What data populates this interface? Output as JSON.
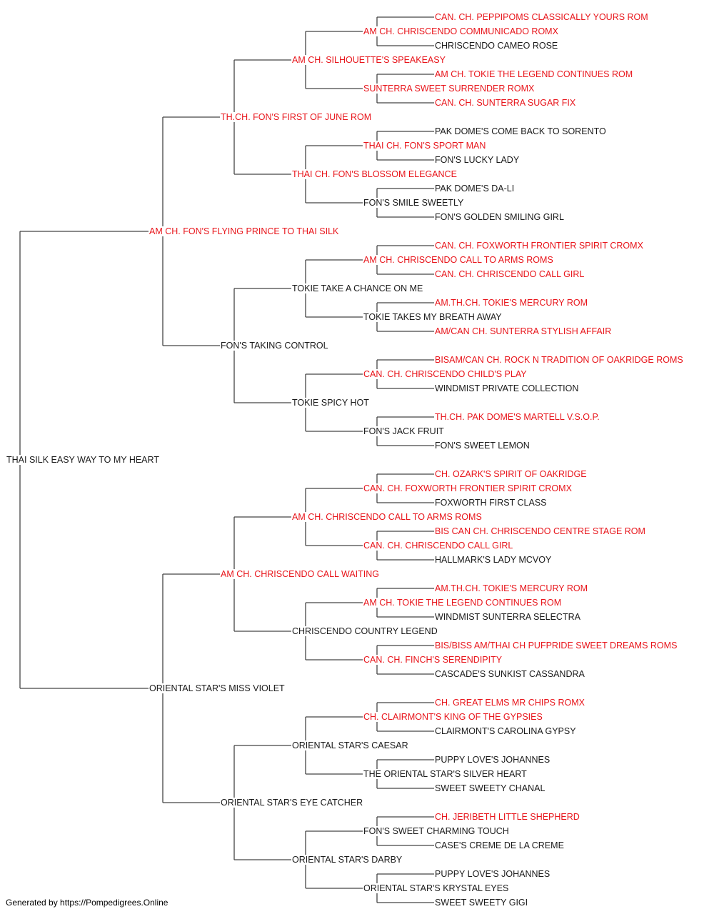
{
  "colors": {
    "champion": "#e8141a",
    "regular": "#1a1a1a",
    "line": "#444444"
  },
  "footer": "Generated by https://Pompedigrees.Online",
  "pedigree": [
    {
      "name": "THAI SILK EASY WAY TO MY HEART",
      "champion": false,
      "parent": null
    },
    {
      "name": "AM CH. FON'S FLYING PRINCE TO THAI SILK",
      "champion": true,
      "parent": 0
    },
    {
      "name": "ORIENTAL STAR'S MISS VIOLET",
      "champion": false,
      "parent": 0
    },
    {
      "name": "TH.CH. FON'S FIRST OF JUNE ROM",
      "champion": true,
      "parent": 1
    },
    {
      "name": "FON'S TAKING CONTROL",
      "champion": false,
      "parent": 1
    },
    {
      "name": "AM CH. CHRISCENDO CALL WAITING",
      "champion": true,
      "parent": 2
    },
    {
      "name": "ORIENTAL STAR'S EYE CATCHER",
      "champion": false,
      "parent": 2
    },
    {
      "name": "AM CH. SILHOUETTE'S SPEAKEASY",
      "champion": true,
      "parent": 3
    },
    {
      "name": "THAI CH. FON'S BLOSSOM ELEGANCE",
      "champion": true,
      "parent": 3
    },
    {
      "name": "TOKIE TAKE A CHANCE ON ME",
      "champion": false,
      "parent": 4
    },
    {
      "name": "TOKIE SPICY HOT",
      "champion": false,
      "parent": 4
    },
    {
      "name": "AM CH. CHRISCENDO CALL TO ARMS ROMS",
      "champion": true,
      "parent": 5
    },
    {
      "name": "CHRISCENDO COUNTRY LEGEND",
      "champion": false,
      "parent": 5
    },
    {
      "name": "ORIENTAL STAR'S CAESAR",
      "champion": false,
      "parent": 6
    },
    {
      "name": "ORIENTAL STAR'S DARBY",
      "champion": false,
      "parent": 6
    },
    {
      "name": "AM CH. CHRISCENDO COMMUNICADO ROMX",
      "champion": true,
      "parent": 7
    },
    {
      "name": "SUNTERRA SWEET SURRENDER ROMX",
      "champion": true,
      "parent": 7
    },
    {
      "name": "THAI CH. FON'S SPORT MAN",
      "champion": true,
      "parent": 8
    },
    {
      "name": "FON'S SMILE SWEETLY",
      "champion": false,
      "parent": 8
    },
    {
      "name": "AM CH. CHRISCENDO CALL TO ARMS ROMS",
      "champion": true,
      "parent": 9
    },
    {
      "name": "TOKIE TAKES MY BREATH AWAY",
      "champion": false,
      "parent": 9
    },
    {
      "name": "CAN. CH. CHRISCENDO CHILD'S PLAY",
      "champion": true,
      "parent": 10
    },
    {
      "name": "FON'S JACK FRUIT",
      "champion": false,
      "parent": 10
    },
    {
      "name": "CAN. CH. FOXWORTH FRONTIER SPIRIT CROMX",
      "champion": true,
      "parent": 11
    },
    {
      "name": "CAN. CH. CHRISCENDO CALL GIRL",
      "champion": true,
      "parent": 11
    },
    {
      "name": "AM CH. TOKIE THE LEGEND CONTINUES ROM",
      "champion": true,
      "parent": 12
    },
    {
      "name": "CAN. CH. FINCH'S SERENDIPITY",
      "champion": true,
      "parent": 12
    },
    {
      "name": "CH. CLAIRMONT'S KING OF THE GYPSIES",
      "champion": true,
      "parent": 13
    },
    {
      "name": "THE ORIENTAL STAR'S SILVER HEART",
      "champion": false,
      "parent": 13
    },
    {
      "name": "FON'S SWEET CHARMING TOUCH",
      "champion": false,
      "parent": 14
    },
    {
      "name": "ORIENTAL STAR'S KRYSTAL EYES",
      "champion": false,
      "parent": 14
    },
    {
      "name": "CAN. CH. PEPPIPOMS CLASSICALLY YOURS ROM",
      "champion": true,
      "parent": 15
    },
    {
      "name": "CHRISCENDO CAMEO ROSE",
      "champion": false,
      "parent": 15
    },
    {
      "name": "AM CH. TOKIE THE LEGEND CONTINUES ROM",
      "champion": true,
      "parent": 16
    },
    {
      "name": "CAN. CH. SUNTERRA SUGAR FIX",
      "champion": true,
      "parent": 16
    },
    {
      "name": "PAK DOME'S COME BACK TO SORENTO",
      "champion": false,
      "parent": 17
    },
    {
      "name": "FON'S LUCKY LADY",
      "champion": false,
      "parent": 17
    },
    {
      "name": "PAK DOME'S DA-LI",
      "champion": false,
      "parent": 18
    },
    {
      "name": "FON'S GOLDEN SMILING GIRL",
      "champion": false,
      "parent": 18
    },
    {
      "name": "CAN. CH. FOXWORTH FRONTIER SPIRIT CROMX",
      "champion": true,
      "parent": 19
    },
    {
      "name": "CAN. CH. CHRISCENDO CALL GIRL",
      "champion": true,
      "parent": 19
    },
    {
      "name": "AM.TH.CH. TOKIE'S MERCURY ROM",
      "champion": true,
      "parent": 20
    },
    {
      "name": "AM/CAN CH. SUNTERRA STYLISH AFFAIR",
      "champion": true,
      "parent": 20
    },
    {
      "name": "BISAM/CAN CH. ROCK N TRADITION OF OAKRIDGE ROMS",
      "champion": true,
      "parent": 21
    },
    {
      "name": "WINDMIST PRIVATE COLLECTION",
      "champion": false,
      "parent": 21
    },
    {
      "name": "TH.CH. PAK DOME'S MARTELL V.S.O.P.",
      "champion": true,
      "parent": 22
    },
    {
      "name": "FON'S SWEET LEMON",
      "champion": false,
      "parent": 22
    },
    {
      "name": "CH. OZARK'S SPIRIT OF OAKRIDGE",
      "champion": true,
      "parent": 23
    },
    {
      "name": "FOXWORTH FIRST CLASS",
      "champion": false,
      "parent": 23
    },
    {
      "name": "BIS CAN CH. CHRISCENDO CENTRE STAGE ROM",
      "champion": true,
      "parent": 24
    },
    {
      "name": "HALLMARK'S LADY MCVOY",
      "champion": false,
      "parent": 24
    },
    {
      "name": "AM.TH.CH. TOKIE'S MERCURY ROM",
      "champion": true,
      "parent": 25
    },
    {
      "name": "WINDMIST SUNTERRA SELECTRA",
      "champion": false,
      "parent": 25
    },
    {
      "name": "BIS/BISS AM/THAI CH PUFPRIDE SWEET DREAMS ROMS",
      "champion": true,
      "parent": 26
    },
    {
      "name": "CASCADE'S SUNKIST CASSANDRA",
      "champion": false,
      "parent": 26
    },
    {
      "name": "CH. GREAT ELMS MR CHIPS ROMX",
      "champion": true,
      "parent": 27
    },
    {
      "name": "CLAIRMONT'S CAROLINA GYPSY",
      "champion": false,
      "parent": 27
    },
    {
      "name": "PUPPY LOVE'S JOHANNES",
      "champion": false,
      "parent": 28
    },
    {
      "name": "SWEET SWEETY CHANAL",
      "champion": false,
      "parent": 28
    },
    {
      "name": "CH. JERIBETH LITTLE SHEPHERD",
      "champion": true,
      "parent": 29
    },
    {
      "name": "CASE'S CREME DE LA CREME",
      "champion": false,
      "parent": 29
    },
    {
      "name": "PUPPY LOVE'S JOHANNES",
      "champion": false,
      "parent": 30
    },
    {
      "name": "SWEET SWEETY GIGI",
      "champion": false,
      "parent": 30
    }
  ]
}
